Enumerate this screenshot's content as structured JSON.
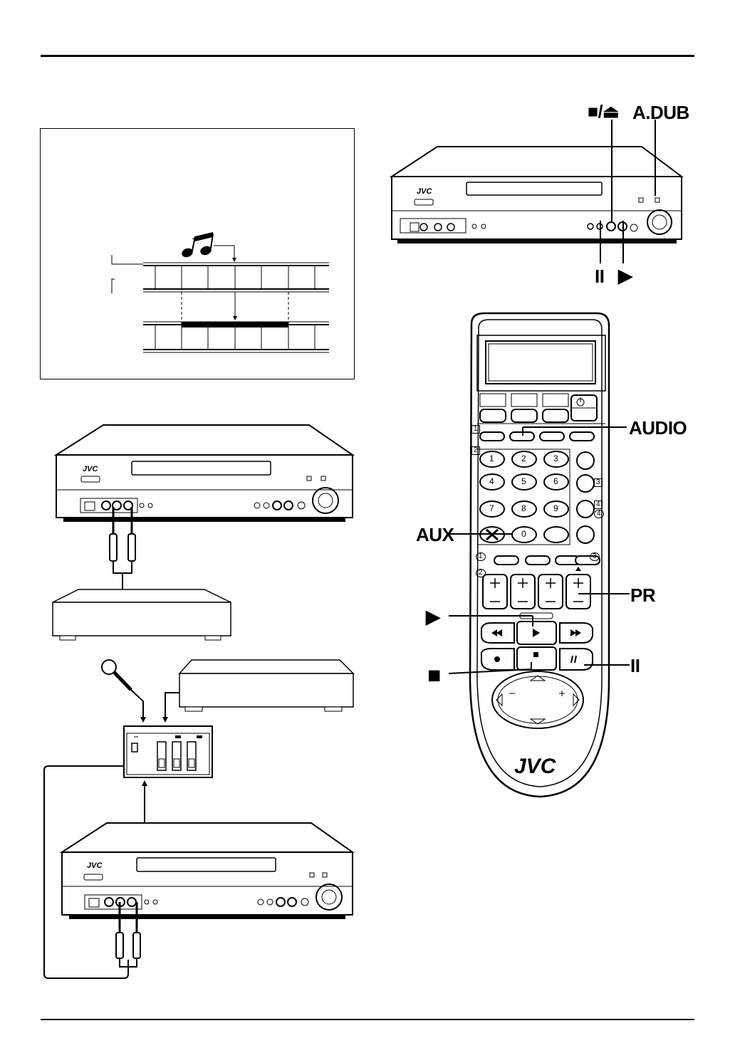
{
  "callouts": {
    "stop_eject": "■/⏏",
    "adub": "A.DUB",
    "pause": "II",
    "play": "▶",
    "audio": "AUDIO",
    "aux": "AUX",
    "pr": "PR",
    "remote_play": "▶",
    "remote_stop": "■",
    "remote_pause": "II"
  },
  "brand": "JVC",
  "remote_keys": {
    "numbers": [
      "1",
      "2",
      "3",
      "4",
      "5",
      "6",
      "7",
      "8",
      "9",
      "0"
    ],
    "section_marks": [
      "1",
      "2",
      "3",
      "4"
    ],
    "circle_marks": [
      "1",
      "2",
      "3",
      "4"
    ]
  },
  "icons": [
    "music-note-icon",
    "microphone-icon",
    "rca-plug-icon",
    "play-icon",
    "stop-icon",
    "pause-icon",
    "eject-icon",
    "power-icon"
  ]
}
